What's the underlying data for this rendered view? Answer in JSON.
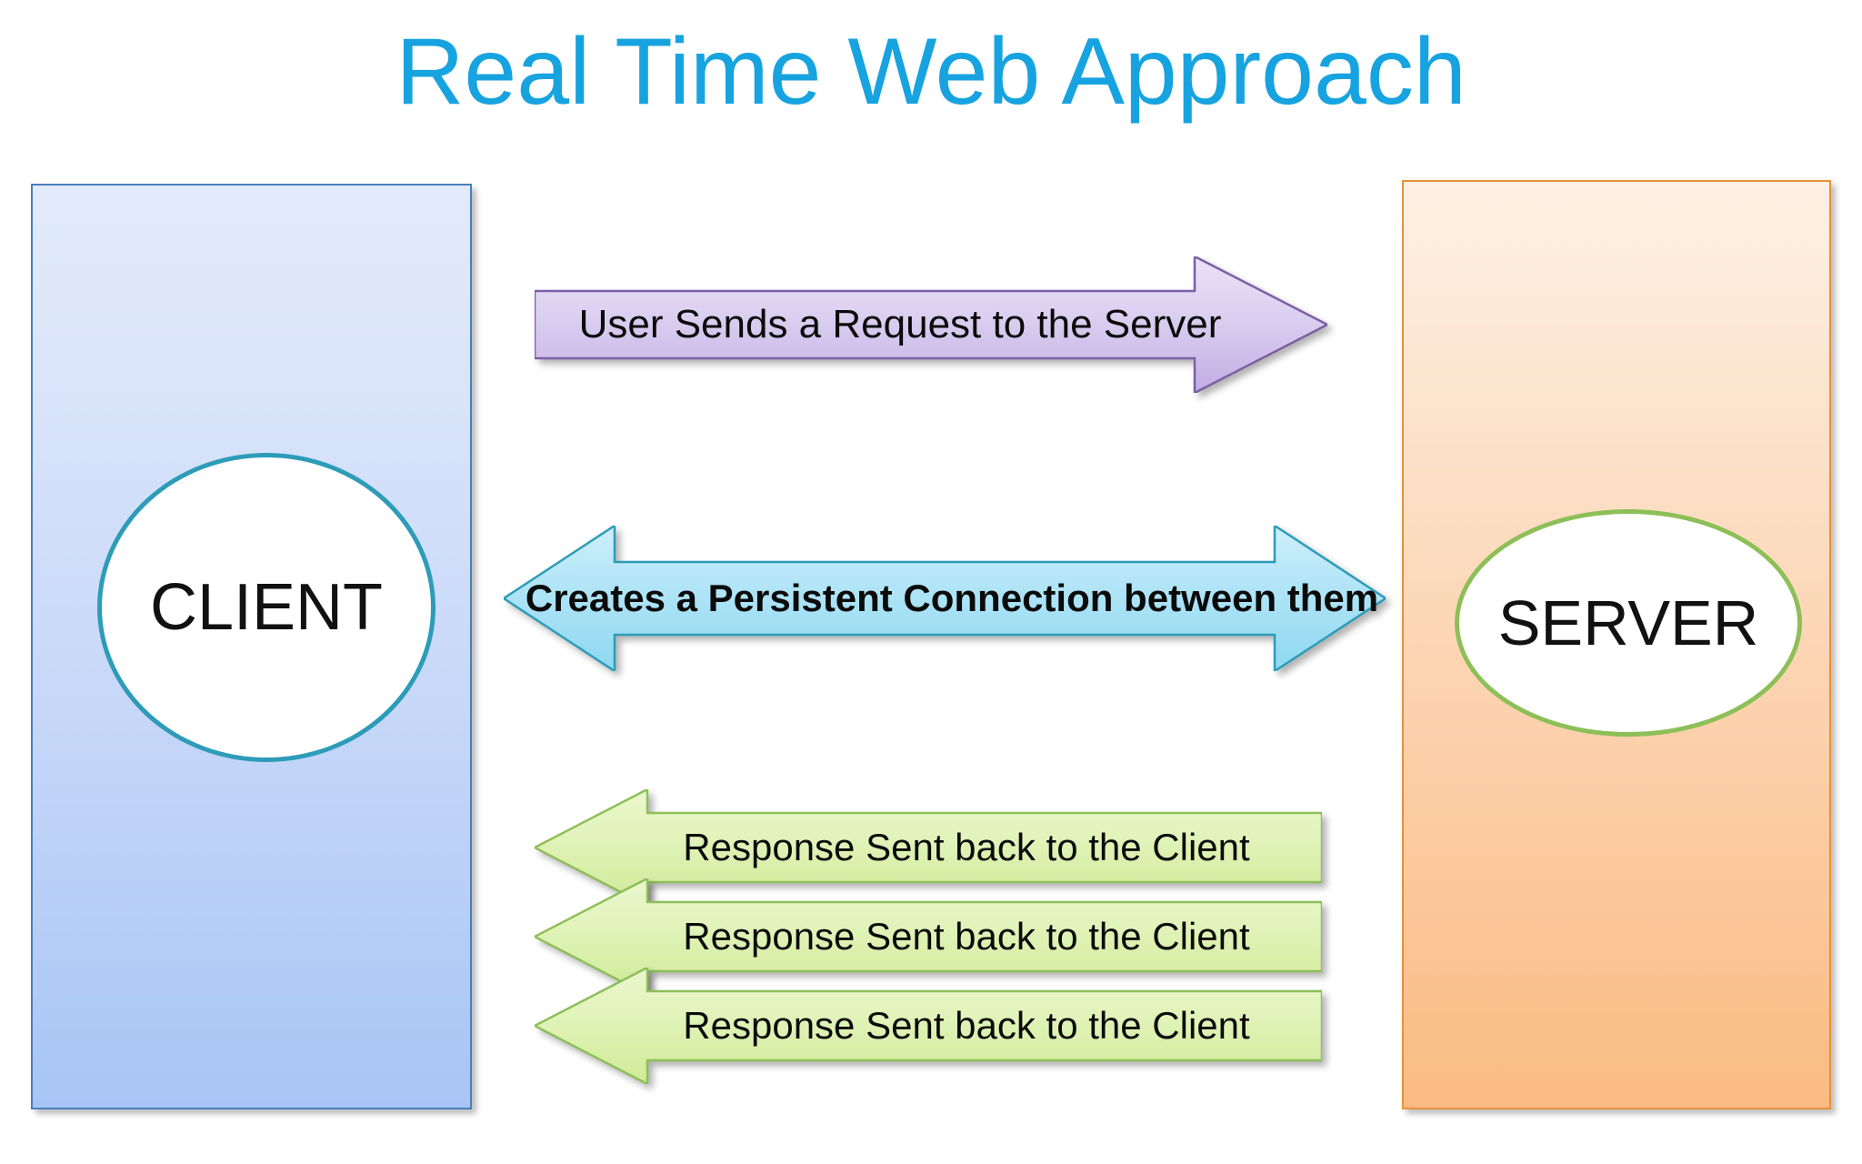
{
  "title": "Real Time Web Approach",
  "colors": {
    "title": "#17A3E0",
    "client_border": "#4A7EBB",
    "client_fill_top": "#E2EAFB",
    "client_fill_bottom": "#A8C5F5",
    "client_circle_border": "#2D9CB8",
    "server_border": "#E8913A",
    "server_fill_top": "#FDF1E4",
    "server_fill_bottom": "#FABB82",
    "server_circle_border": "#8DBF58",
    "request_arrow_fill": "#CDBCE6",
    "request_arrow_border": "#7C5FA5",
    "persistent_arrow_fill": "#A8E4F5",
    "persistent_arrow_border": "#2D9CB8",
    "response_arrow_fill": "#D9F0A8",
    "response_arrow_border": "#8DBF58"
  },
  "client": {
    "label": "CLIENT"
  },
  "server": {
    "label": "SERVER"
  },
  "arrows": [
    {
      "id": "request",
      "label": "User Sends a Request to the Server",
      "direction": "right",
      "color": "purple"
    },
    {
      "id": "persistent",
      "label": "Creates a Persistent Connection between them",
      "direction": "both",
      "color": "cyan"
    },
    {
      "id": "response-1",
      "label": "Response Sent back to the Client",
      "direction": "left",
      "color": "green"
    },
    {
      "id": "response-2",
      "label": "Response Sent back to the Client",
      "direction": "left",
      "color": "green"
    },
    {
      "id": "response-3",
      "label": "Response Sent back to the Client",
      "direction": "left",
      "color": "green"
    }
  ]
}
